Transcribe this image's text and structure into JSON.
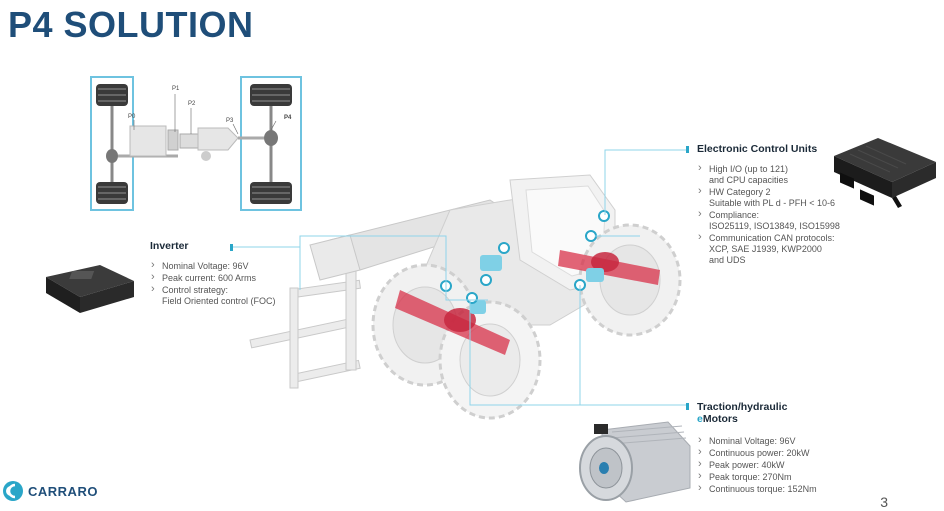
{
  "title": "P4 SOLUTION",
  "diagram": {
    "labels": [
      "P0",
      "P1",
      "P2",
      "P3",
      "P4"
    ]
  },
  "inverter": {
    "heading": "Inverter",
    "bullets": [
      {
        "l1": "Nominal Voltage: 96V"
      },
      {
        "l1": "Peak current: 600 Arms"
      },
      {
        "l1": "Control strategy:",
        "l2": "Field Oriented control (FOC)"
      }
    ]
  },
  "ecu": {
    "heading": "Electronic Control Units",
    "bullets": [
      {
        "l1": "High I/O (up to 121)",
        "l2": "and CPU capacities"
      },
      {
        "l1": "HW Category 2",
        "l2": "Suitable with PL d - PFH < 10-6"
      },
      {
        "l1": "Compliance:",
        "l2": "ISO25119, ISO13849, ISO15998"
      },
      {
        "l1": "Communication CAN protocols:",
        "l2": "XCP, SAE J1939, KWP2000",
        "l3": "and UDS"
      }
    ]
  },
  "motors": {
    "heading_line1": "Traction/hydraulic",
    "heading_e": "e",
    "heading_line2": "Motors",
    "bullets": [
      {
        "l1": "Nominal Voltage: 96V"
      },
      {
        "l1": "Continuous power: 20kW"
      },
      {
        "l1": "Peak power: 40kW"
      },
      {
        "l1": "Peak torque: 270Nm"
      },
      {
        "l1": "Continuous torque: 152Nm"
      }
    ]
  },
  "logo": {
    "text": "CARRARO"
  },
  "page_number": "3",
  "colors": {
    "title": "#1f4e79",
    "accent": "#2aa6c8",
    "axle_red": "#d8324a",
    "motor_blue": "#7fd0e6"
  }
}
